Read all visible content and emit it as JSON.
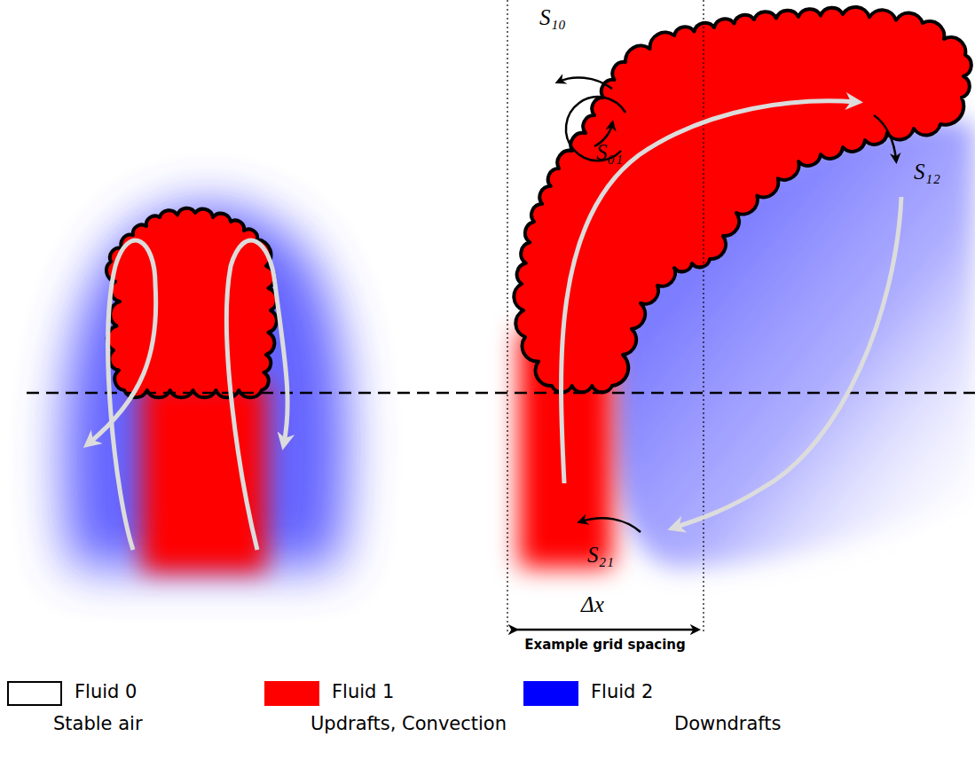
{
  "diagram": {
    "labels": [
      "S₁₀",
      "S₀₁",
      "S₁₂",
      "S₂₁",
      "Δx",
      "Example grid spacing",
      "Stable air",
      "Updrafts, Convection",
      "Downdrafts"
    ],
    "legend": [
      {
        "text": "Fluid 0",
        "color": "#ffffff"
      },
      {
        "text": "Fluid 1",
        "color": "#ff0000"
      },
      {
        "text": "Fluid 2",
        "color": "#0000ff"
      }
    ]
  }
}
